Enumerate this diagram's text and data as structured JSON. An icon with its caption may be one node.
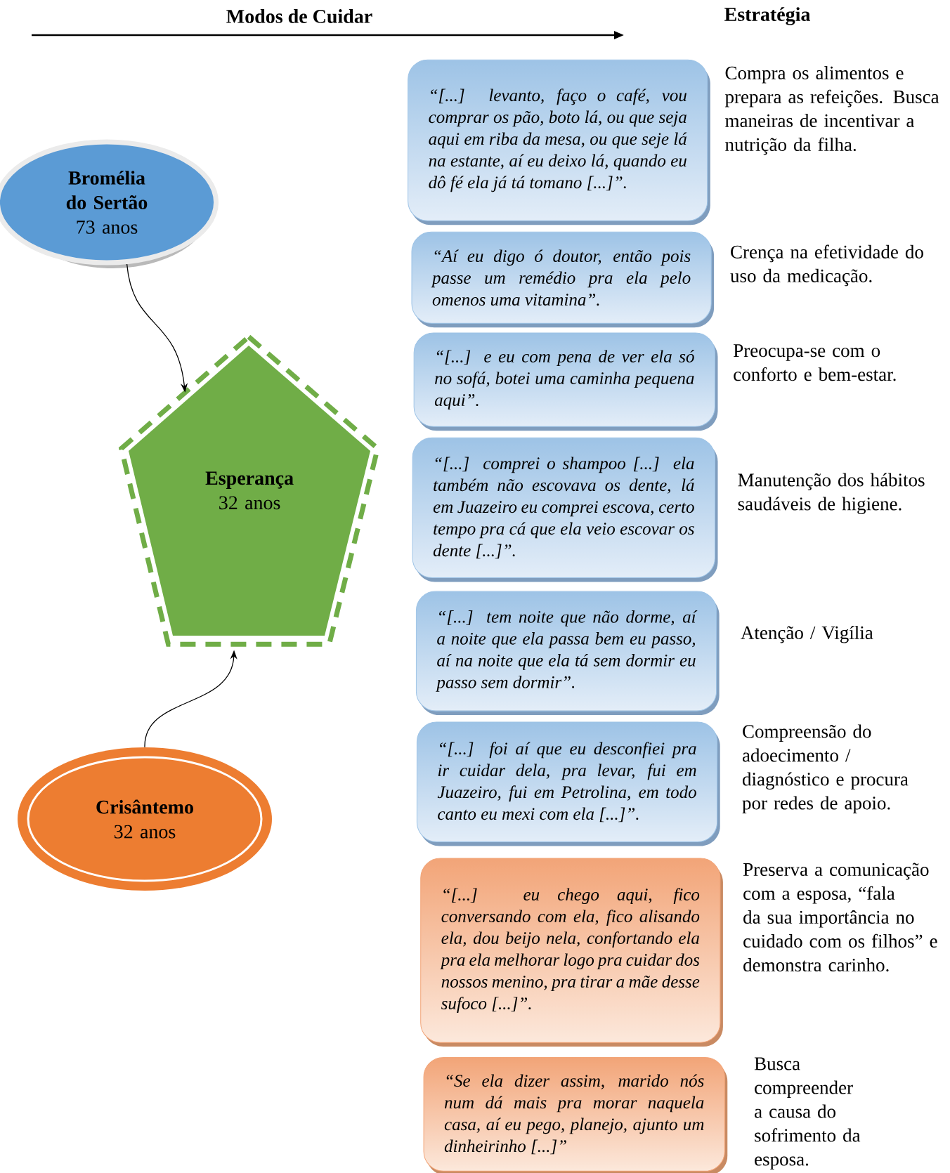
{
  "diagram": {
    "nodes": [
      {
        "text": [
          "Bromélia do Sertão",
          "73 anos"
        ]
      },
      {
        "text": [
          "Esperança",
          "32 anos"
        ]
      },
      {
        "text": [
          "Crisântemo",
          "32 anos"
        ]
      },
      {
        "text": [
          "“[...] levanto, faço o café, vou comprar os pão, boto lá, ou que seja aqui em riba da mesa, ou que seje lá na estante, aí eu deixo lá, quando eu dô fé ela já tá tomano [...]”."
        ],
        "beside": [
          "Compra os alimentos e prepara as refeições. Busca maneiras de incentivar a nutrição da filha."
        ]
      },
      {
        "text": [
          "“Aí eu digo ó doutor, então pois passe um remédio pra ela pelo omenos uma vitamina”."
        ],
        "beside": [
          "Crença na efetividade do uso da medicação."
        ]
      },
      {
        "text": [
          "“[...] e eu com pena de ver ela só no sofá, botei uma caminha pequena aqui”."
        ],
        "beside": [
          "Preocupa-se com o conforto e bem-estar."
        ]
      },
      {
        "text": [
          "“[...] comprei o shampoo [...] ela também não escovava os dente, lá em Juazeiro eu comprei escova, certo tempo pra cá que ela veio escovar os dente [...]”."
        ],
        "beside": [
          "Manutenção dos hábitos saudáveis de higiene."
        ]
      },
      {
        "text": [
          "“[...] tem noite que não dorme, aí a noite que ela passa bem eu passo, aí na noite que ela tá sem dormir eu passo sem dormir”."
        ],
        "beside": [
          "Atenção / Vigília"
        ]
      },
      {
        "text": [
          "“[...] foi aí que eu desconfiei pra ir cuidar dela, pra levar, fui em Juazeiro, fui em Petrolina, em todo canto eu mexi com ela [...]”."
        ],
        "beside": [
          "Compreensão do adoecimento / diagnóstico e procura por redes de apoio."
        ]
      },
      {
        "text": [
          "“[...] eu chego aqui, fico conversando com ela, fico alisando ela, dou beijo nela, confortando ela pra ela melhorar logo pra cuidar dos nossos menino, pra tirar a mãe desse sufoco [...]”."
        ],
        "beside": [
          "Preserva a comunicação com a esposa, “fala da sua importância no cuidado com os filhos” e demonstra carinho."
        ]
      },
      {
        "text": [
          "“Se ela dizer assim, marido nós num dá mais pra morar naquela casa, aí eu pego, planejo, ajunto um dinheirinho [...]”"
        ],
        "beside": [
          "Busca compreender a causa do sofrimento da esposa."
        ]
      }
    ],
    "edges": [
      {
        "from": 0,
        "to": 1,
        "arrow": "to"
      },
      {
        "from": 2,
        "to": 1,
        "arrow": "to"
      }
    ],
    "labels": [
      "Modos de Cuidar",
      "Estratégia"
    ]
  }
}
